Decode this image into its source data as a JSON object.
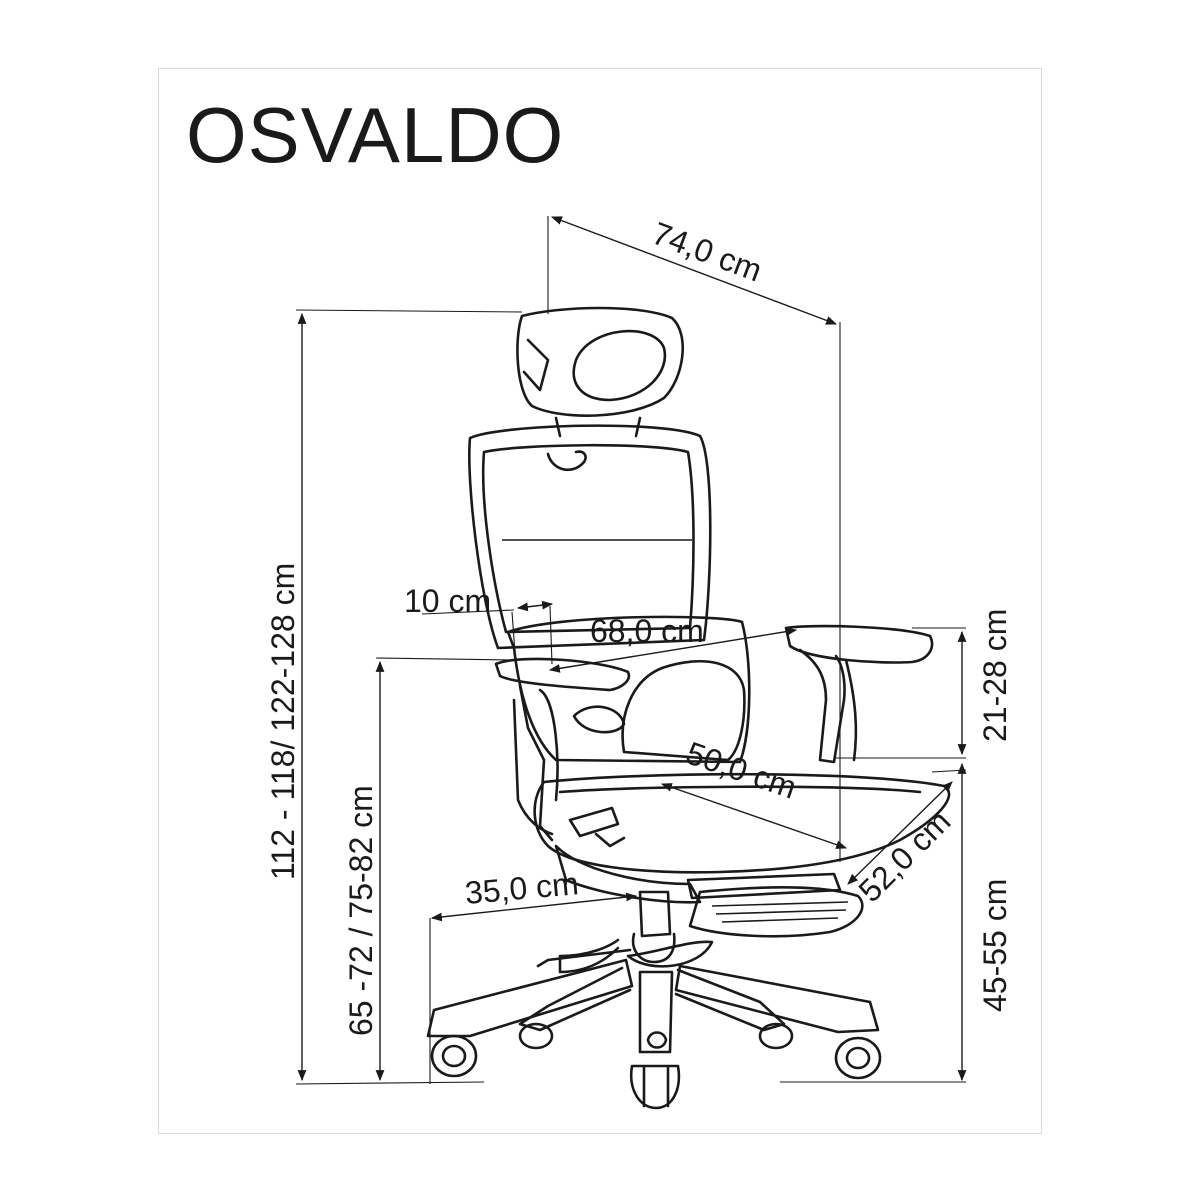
{
  "product": {
    "name": "OSVALDO"
  },
  "dimensions": {
    "overall_depth": "74,0 cm",
    "total_height": "112 - 118/ 122-128 cm",
    "armrest_height": "65 -72 / 75-82 cm",
    "lumbar_width": "10 cm",
    "overall_width": "68,0 cm",
    "armrest_adjust": "21-28 cm",
    "seat_depth": "50,0 cm",
    "seat_width": "52,0 cm",
    "base_radius": "35,0 cm",
    "seat_height": "45-55 cm"
  }
}
